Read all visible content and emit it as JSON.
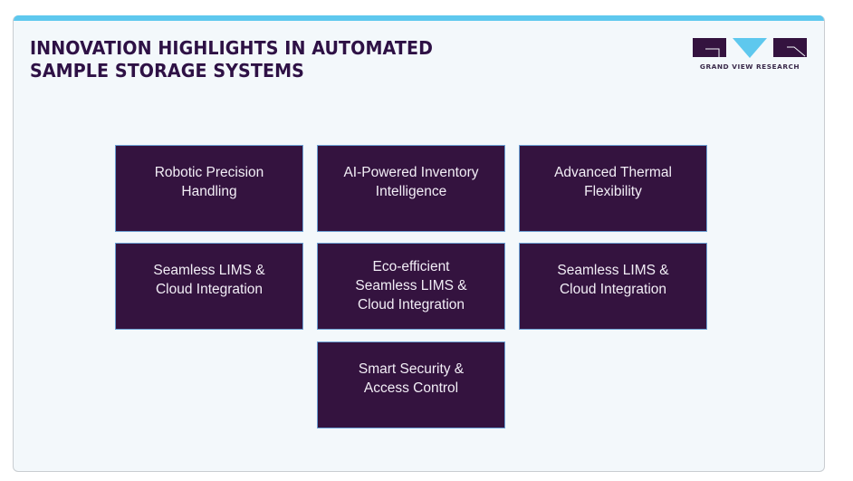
{
  "header": {
    "title_line1": "INNOVATION HIGHLIGHTS IN AUTOMATED",
    "title_line2": "SAMPLE STORAGE SYSTEMS"
  },
  "logo": {
    "text": "GRAND VIEW RESEARCH",
    "icon": "grand-view-research-logo",
    "colors": {
      "purple": "#34133f",
      "blue": "#5ec8ee"
    }
  },
  "colors": {
    "accent_bar": "#5ec8ee",
    "card_fill": "#34133f",
    "card_border": "#6b9fd3",
    "title": "#2e1145",
    "background": "#f3f8fb"
  },
  "cards": [
    {
      "label": "Robotic Precision\nHandling"
    },
    {
      "label": "AI-Powered Inventory\nIntelligence"
    },
    {
      "label": "Advanced Thermal\nFlexibility"
    },
    {
      "label": "Seamless LIMS &\nCloud Integration"
    },
    {
      "label": "Eco-efficient\nSeamless LIMS &\nCloud Integration"
    },
    {
      "label": "Seamless LIMS &\nCloud Integration"
    },
    {
      "label": "Smart Security &\nAccess Control"
    }
  ]
}
